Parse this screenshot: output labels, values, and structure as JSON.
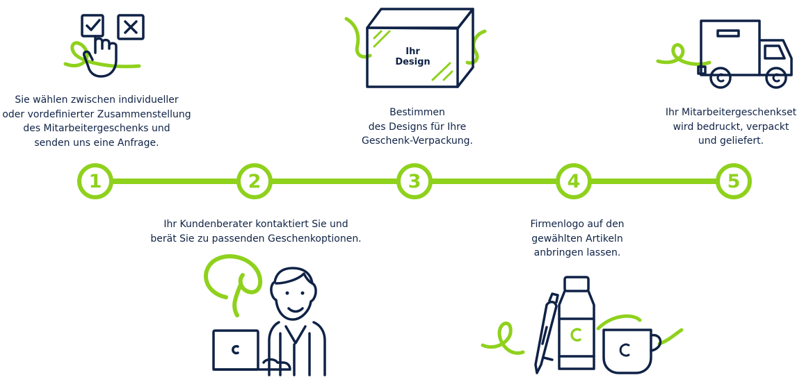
{
  "steps": [
    {
      "number": "1",
      "lines": [
        "Sie wählen zwischen individueller",
        "oder vordefinierter Zusammenstellung",
        "des Mitarbeitergeschenks und",
        "senden uns eine Anfrage."
      ]
    },
    {
      "number": "2",
      "lines": [
        "Ihr Kundenberater kontaktiert Sie und",
        "berät Sie zu passenden Geschenkoptionen."
      ]
    },
    {
      "number": "3",
      "lines": [
        "Bestimmen",
        "des Designs für Ihre",
        "Geschenk-Verpackung."
      ]
    },
    {
      "number": "4",
      "lines": [
        "Firmenlogo auf den",
        "gewählten Artikeln",
        "anbringen lassen."
      ]
    },
    {
      "number": "5",
      "lines": [
        "Ihr Mitarbeitergeschenkset",
        "wird bedruckt, verpackt",
        "und geliefert."
      ]
    }
  ],
  "box_label": "Ihr Design",
  "colors": {
    "accent": "#8fd11d",
    "ink": "#0f2246"
  }
}
